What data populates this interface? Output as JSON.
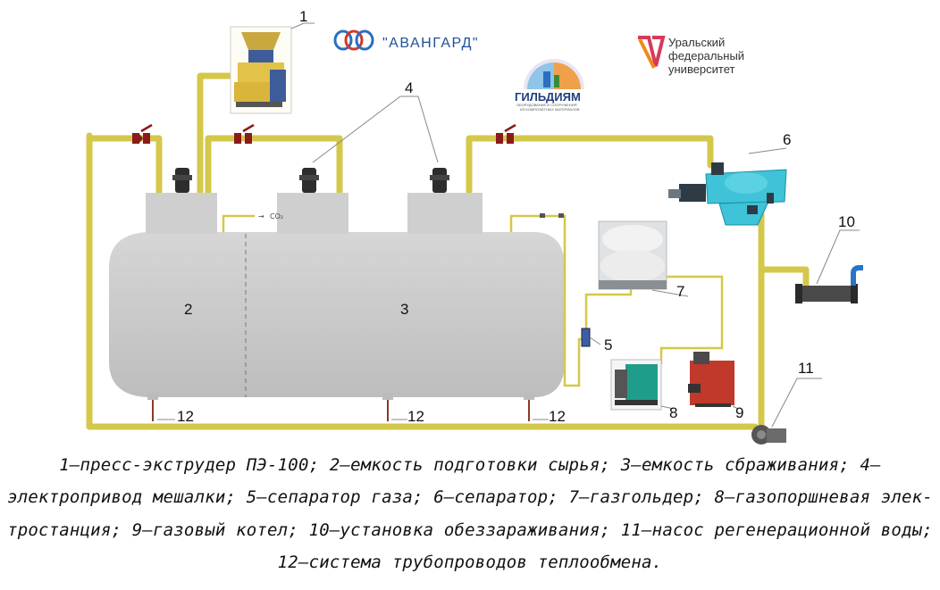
{
  "logos": {
    "avangard": "\"АВАНГАРД\"",
    "gildiya": "ГИЛЬДИЯМ",
    "gildiya_sub1": "ОБОРУДОВАНИЕ И СООРУЖЕНИЯ",
    "gildiya_sub2": "ИЗ КОМПОЗИТНЫХ МАТЕРИАЛОВ",
    "urfu_line1": "Уральский",
    "urfu_line2": "федеральный",
    "urfu_line3": "университет"
  },
  "callouts": {
    "n1": "1",
    "n2": "2",
    "n3": "3",
    "n4": "4",
    "n5": "5",
    "n6": "6",
    "n7": "7",
    "n8": "8",
    "n9": "9",
    "n10": "10",
    "n11": "11",
    "n12a": "12",
    "n12b": "12",
    "n12c": "12"
  },
  "co2_label": "CO₂",
  "caption": {
    "line1": "1—пресс-экструдер ПЭ-100; 2—емкость подготовки сырья; 3—емкость сбраживания; 4—",
    "line2": "электропривод мешалки; 5—сепаратор газа; 6—сепаратор; 7—газгольдер; 8—газопоршневая элек-",
    "line3": "тростанция; 9—газовый котел; 10—установка обеззараживания; 11—насос регенерационной воды;",
    "line4": "12—система трубопроводов теплообмена."
  },
  "colors": {
    "pipe": "#d4c84a",
    "tank": "#c9c9c9",
    "valve": "#8b1a1a",
    "separator": "#3ec3d8",
    "boiler": "#c0392b",
    "generator": "#1e9e8a"
  }
}
